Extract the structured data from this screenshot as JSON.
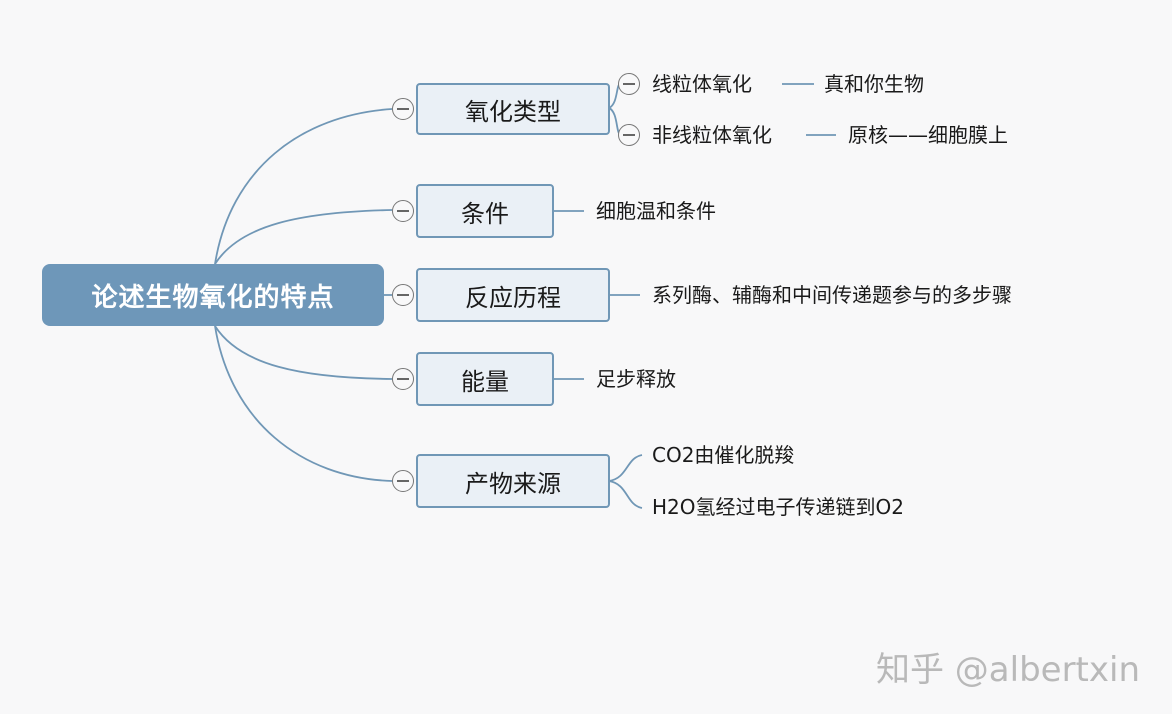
{
  "root": {
    "label": "论述生物氧化的特点"
  },
  "branches": [
    {
      "label": "氧化类型",
      "children": [
        {
          "label": "线粒体氧化",
          "child": "真和你生物"
        },
        {
          "label": "非线粒体氧化",
          "child": "原核——细胞膜上"
        }
      ]
    },
    {
      "label": "条件",
      "leaf": "细胞温和条件"
    },
    {
      "label": "反应历程",
      "leaf": "系列酶、辅酶和中间传递题参与的多步骤"
    },
    {
      "label": "能量",
      "leaf": "足步释放"
    },
    {
      "label": "产物来源",
      "children": [
        {
          "label": "CO2由催化脱羧"
        },
        {
          "label": "H2O氢经过电子传递链到O2"
        }
      ]
    }
  ],
  "watermark": "知乎 @albertxin",
  "colors": {
    "root_fill": "#6e97b9",
    "node_fill": "#eaf0f6",
    "line": "#7097b6",
    "background": "#f8f8f9"
  }
}
